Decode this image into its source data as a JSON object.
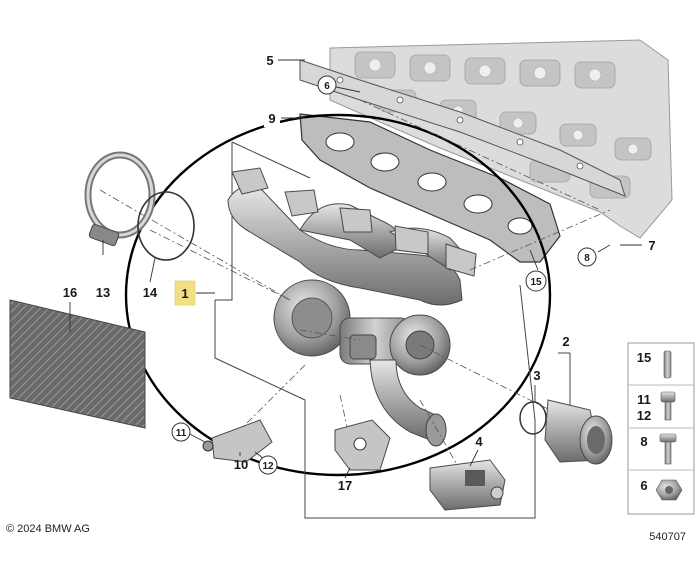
{
  "diagram": {
    "part_numbers": {
      "p1": "1",
      "p2": "2",
      "p3": "3",
      "p4": "4",
      "p5": "5",
      "p6": "6",
      "p7": "7",
      "p8": "8",
      "p9": "9",
      "p10": "10",
      "p11": "11",
      "p12": "12",
      "p13": "13",
      "p14": "14",
      "p15": "15",
      "p16": "16",
      "p17": "17"
    },
    "legend": {
      "row1": "15",
      "row2a": "11",
      "row2b": "12",
      "row3": "8",
      "row4": "6"
    },
    "copyright": "© 2024 BMW AG",
    "diagram_id": "540707",
    "colors": {
      "metal_light": "#d9d9d9",
      "metal_mid": "#a9a9a9",
      "metal_dark": "#6e6e6e",
      "highlight_label": "#f5df86"
    }
  }
}
